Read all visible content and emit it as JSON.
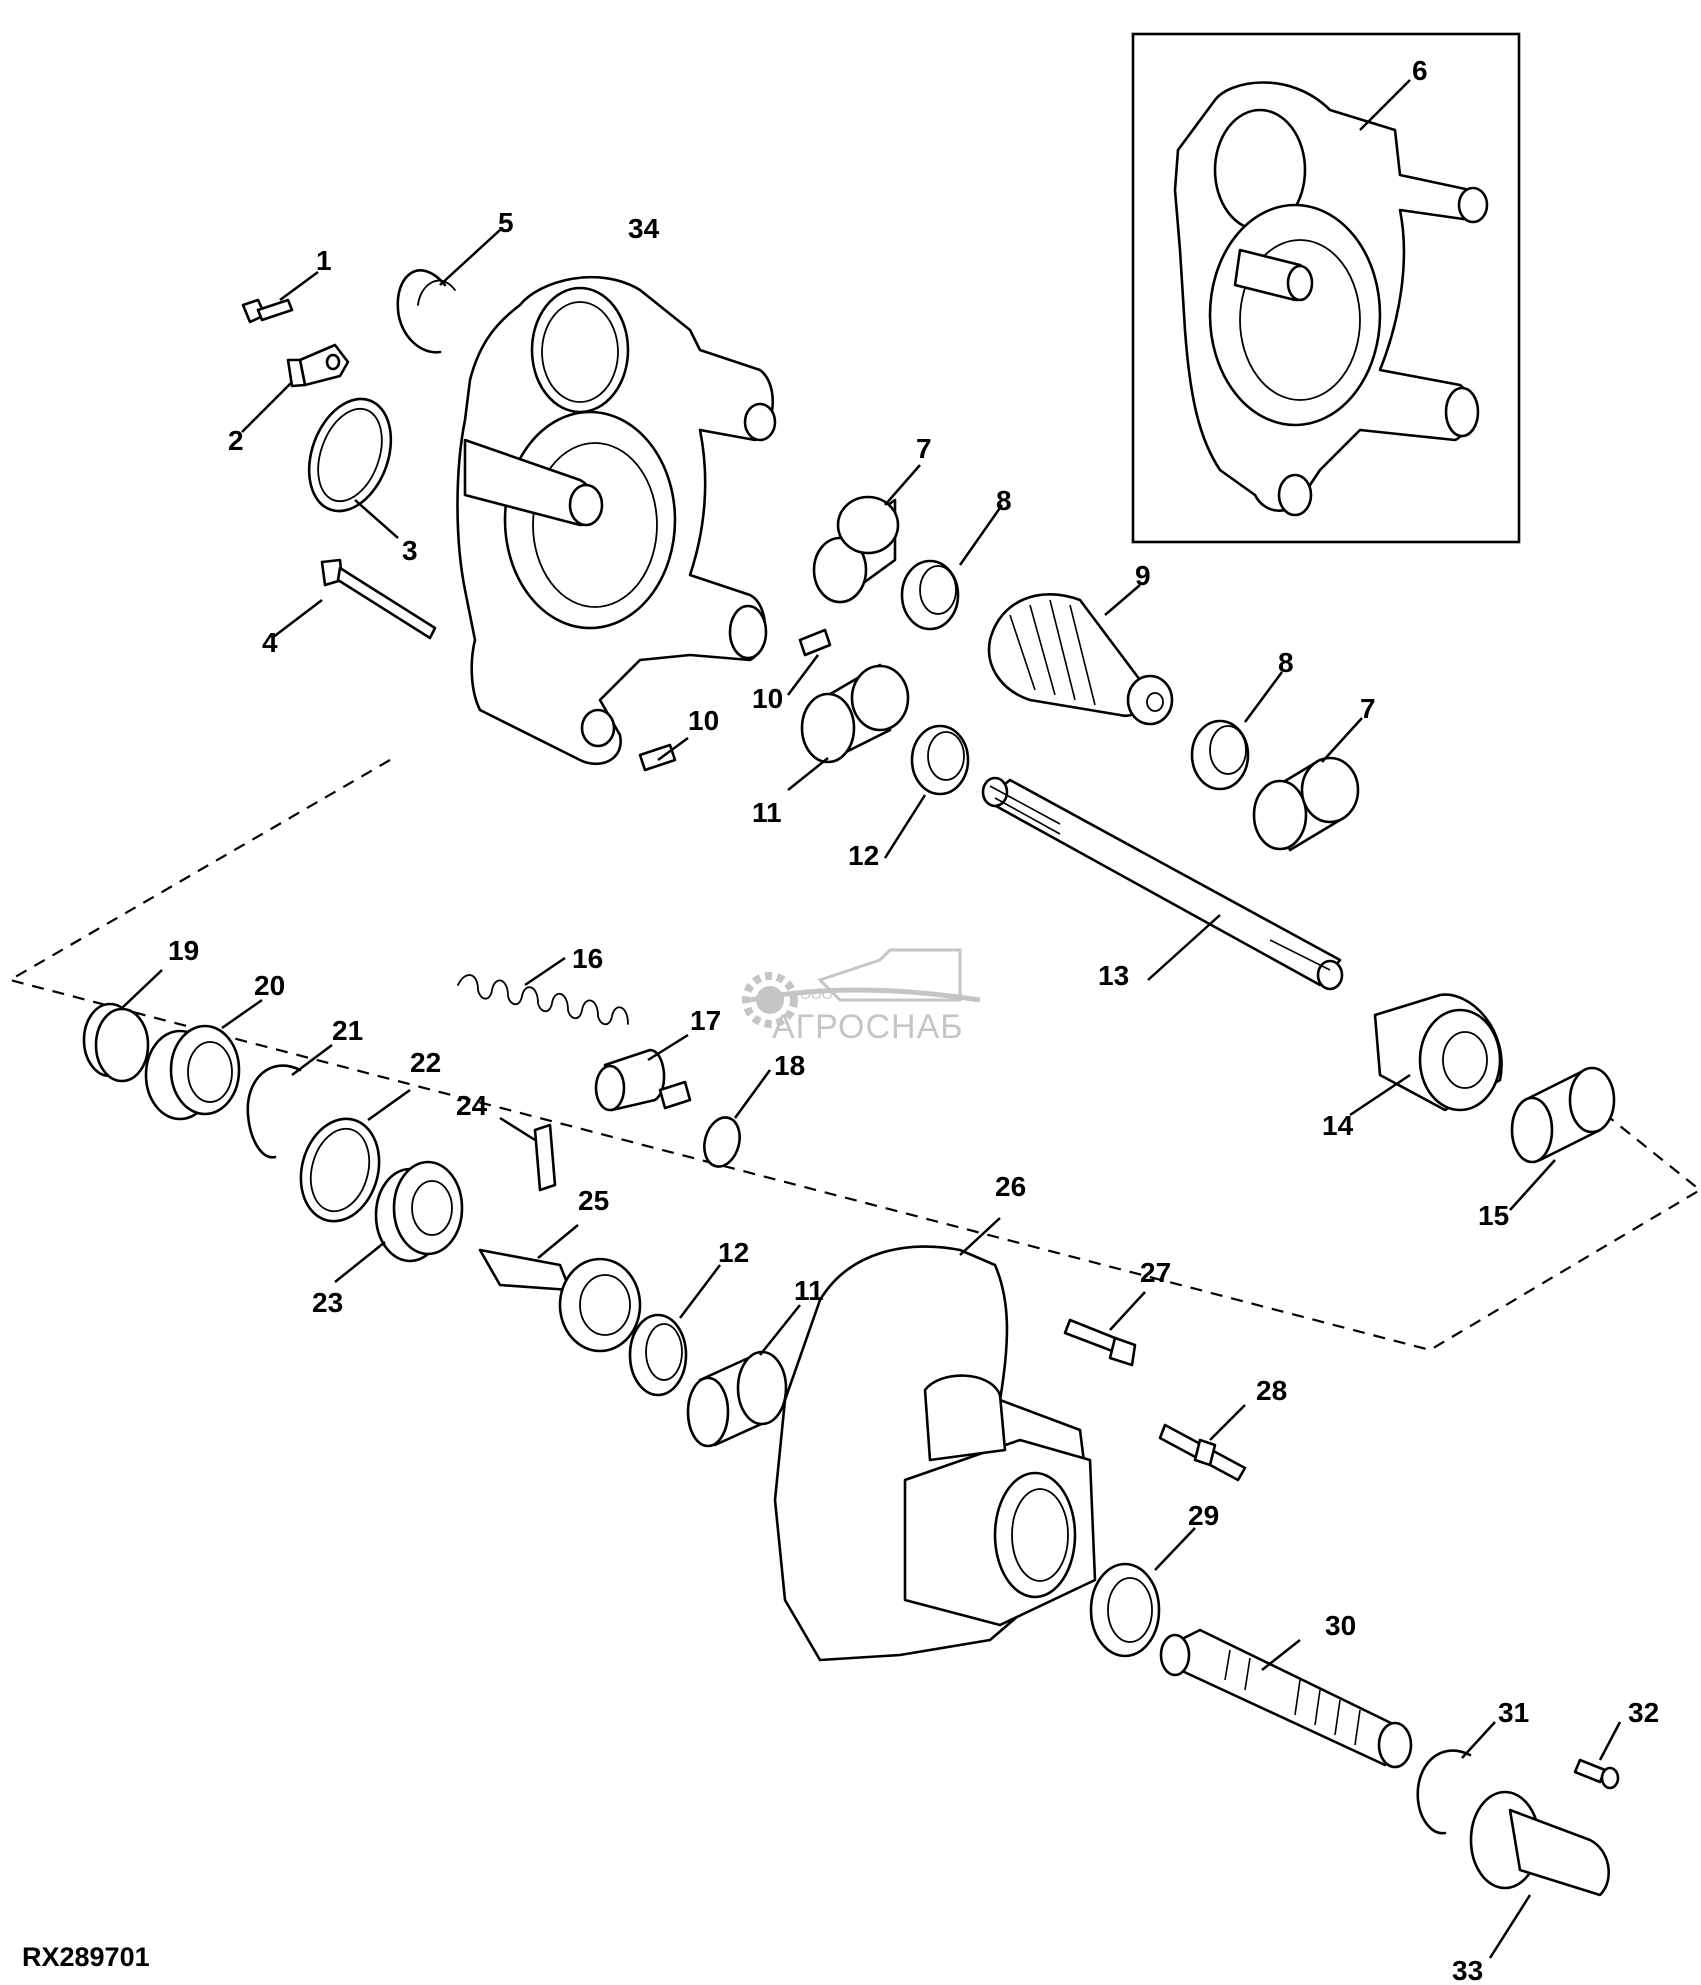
{
  "figure_code": "RX289701",
  "callouts": [
    "1",
    "2",
    "3",
    "4",
    "5",
    "6",
    "7",
    "8",
    "9",
    "8",
    "7",
    "10",
    "10",
    "11",
    "12",
    "13",
    "14",
    "15",
    "16",
    "17",
    "18",
    "19",
    "20",
    "21",
    "22",
    "23",
    "24",
    "25",
    "12",
    "11",
    "26",
    "27",
    "28",
    "29",
    "30",
    "31",
    "32",
    "33",
    "34"
  ],
  "watermark": {
    "prefix": "ООО",
    "brand": "АГРОСНАБ"
  }
}
